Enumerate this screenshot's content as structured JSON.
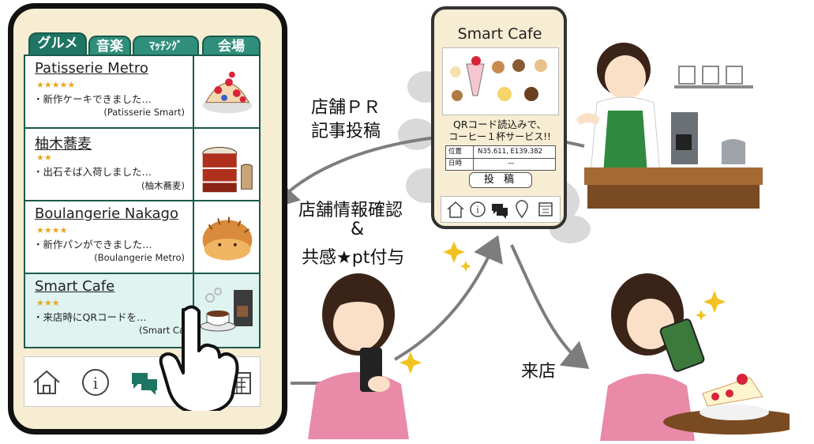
{
  "left_phone": {
    "tabs": [
      {
        "label": "グルメ"
      },
      {
        "label": "音楽"
      },
      {
        "label": "ﾏｯﾁﾝｸﾞ"
      },
      {
        "label": "会場"
      }
    ],
    "items": [
      {
        "title": "Patisserie Metro",
        "stars": "★★★★★",
        "body": "・新作ケーキできました…",
        "source": "(Patisserie Smart)"
      },
      {
        "title": "柚木蕎麦",
        "stars": "★★",
        "body": "・出石そば入荷しました…",
        "source": "(柚木蕎麦)"
      },
      {
        "title": "Boulangerie Nakago",
        "stars": "★★★★",
        "body": "・新作パンができました…",
        "source": "(Boulangerie Metro)"
      },
      {
        "title": "Smart Cafe",
        "stars": "★★★",
        "body": "・来店時にQRコードを…",
        "source": "(Smart Ca"
      }
    ],
    "nav_icons": [
      "home-icon",
      "info-icon",
      "chat-icon",
      "calendar-icon"
    ]
  },
  "right_phone": {
    "title": "Smart Cafe",
    "message_line1": "QRコード読込みで、",
    "message_line2": "コーヒー１杯サービス!!",
    "table": [
      {
        "key": "位置",
        "value": "N35.611, E139.382"
      },
      {
        "key": "日時",
        "value": "—"
      }
    ],
    "post_button": "投 稿",
    "nav_icons": [
      "home-icon",
      "info-icon",
      "chat-icon",
      "pin-icon",
      "calendar-icon"
    ]
  },
  "labels": {
    "shop_pr": "店舗ＰＲ",
    "article_post": "記事投稿",
    "shop_info_check": "店舗情報確認",
    "ampersand": "&",
    "empathy_points": "共感★pt付与",
    "visit": "来店"
  },
  "colors": {
    "tab_green": "#2f8f7b",
    "phone_cream": "#f7edd3",
    "highlight_row": "#dff3f1",
    "star_gold": "#e6a817",
    "arrow_gray": "#7d7d7d",
    "apron_green": "#2f8a3f",
    "shirt_pink": "#e98aa8"
  }
}
